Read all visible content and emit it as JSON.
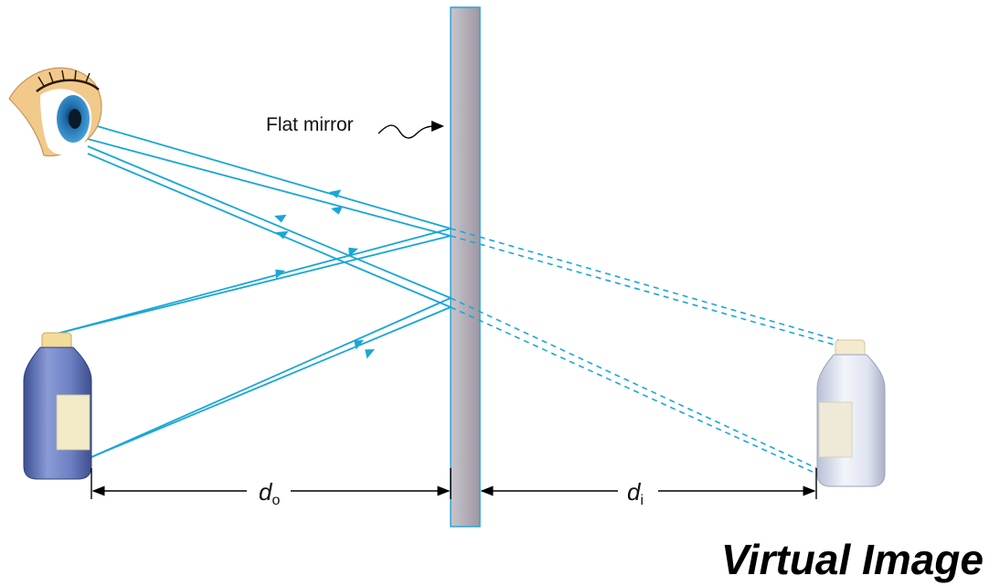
{
  "mirror_label": "Flat mirror",
  "object_distance": {
    "symbol": "d",
    "subscript": "o"
  },
  "image_distance": {
    "symbol": "d",
    "subscript": "i"
  },
  "caption": "Virtual Image",
  "colors": {
    "ray": "#1aa6d6",
    "mirror_fill": "#b7b2bd",
    "mirror_edge": "#2aa4d8",
    "object_bottle": "#6f84c4",
    "image_bottle": "#e7eaf3",
    "cap": "#f3dc9a"
  }
}
